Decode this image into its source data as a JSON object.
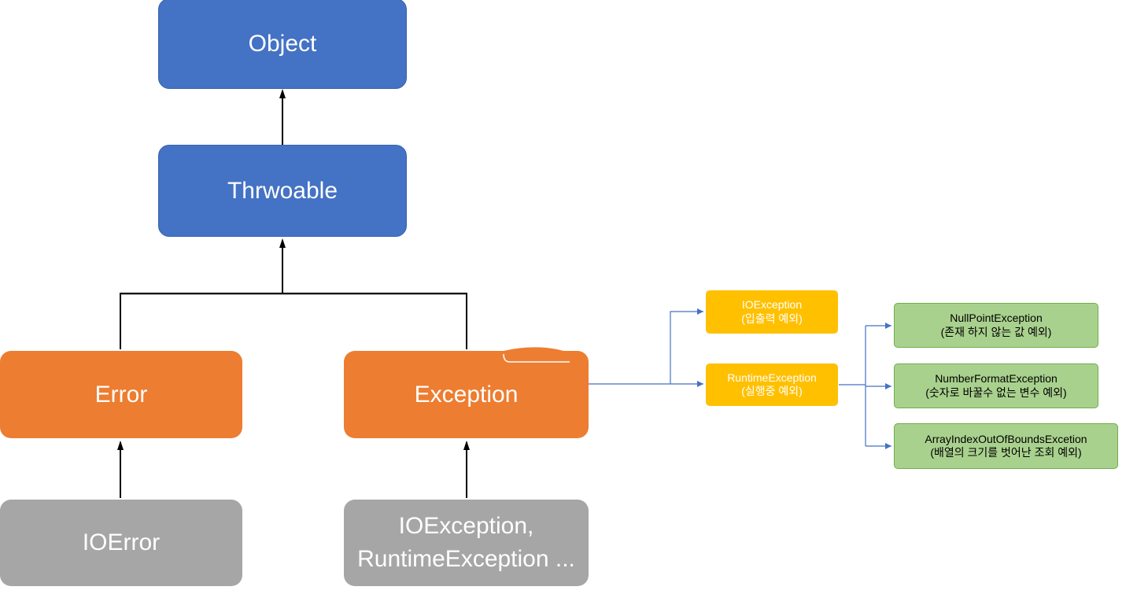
{
  "nodes": {
    "object": "Object",
    "throwable": "Thrwoable",
    "error": "Error",
    "exception": "Exception",
    "ioerror": "IOError",
    "exception_children_line1": "IOException,",
    "exception_children_line2": "RuntimeException ...",
    "ioexception": {
      "name": "IOException",
      "desc": "(입출력 예외)"
    },
    "runtimeexception": {
      "name": "RuntimeException",
      "desc": "(실행중 예외)"
    },
    "nullpoint": {
      "name": "NullPointException",
      "desc": "(존재 하지 않는 값 예외)"
    },
    "numberformat": {
      "name": "NumberFormatException",
      "desc": "(숫자로 바꿀수 없는 변수 예외)"
    },
    "arrayindex": {
      "name": "ArrayIndexOutOfBoundsExcetion",
      "desc": "(배열의 크기를 벗어난 조회 예외)"
    }
  },
  "colors": {
    "blue": "#4472c4",
    "orange": "#ed7d31",
    "gray": "#a6a6a6",
    "yellow": "#ffc000",
    "green": "#a9d18e",
    "connector_black": "#000000",
    "connector_blue": "#4472c4"
  }
}
